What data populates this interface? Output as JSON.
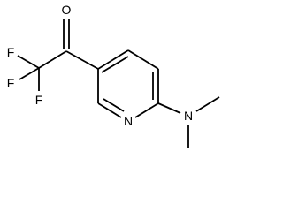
{
  "structure": {
    "atoms": {
      "oxygen": "O",
      "fluorine_upper_left": "F",
      "fluorine_left": "F",
      "fluorine_lower": "F",
      "pyridine_nitrogen": "N",
      "amine_nitrogen": "N"
    }
  }
}
